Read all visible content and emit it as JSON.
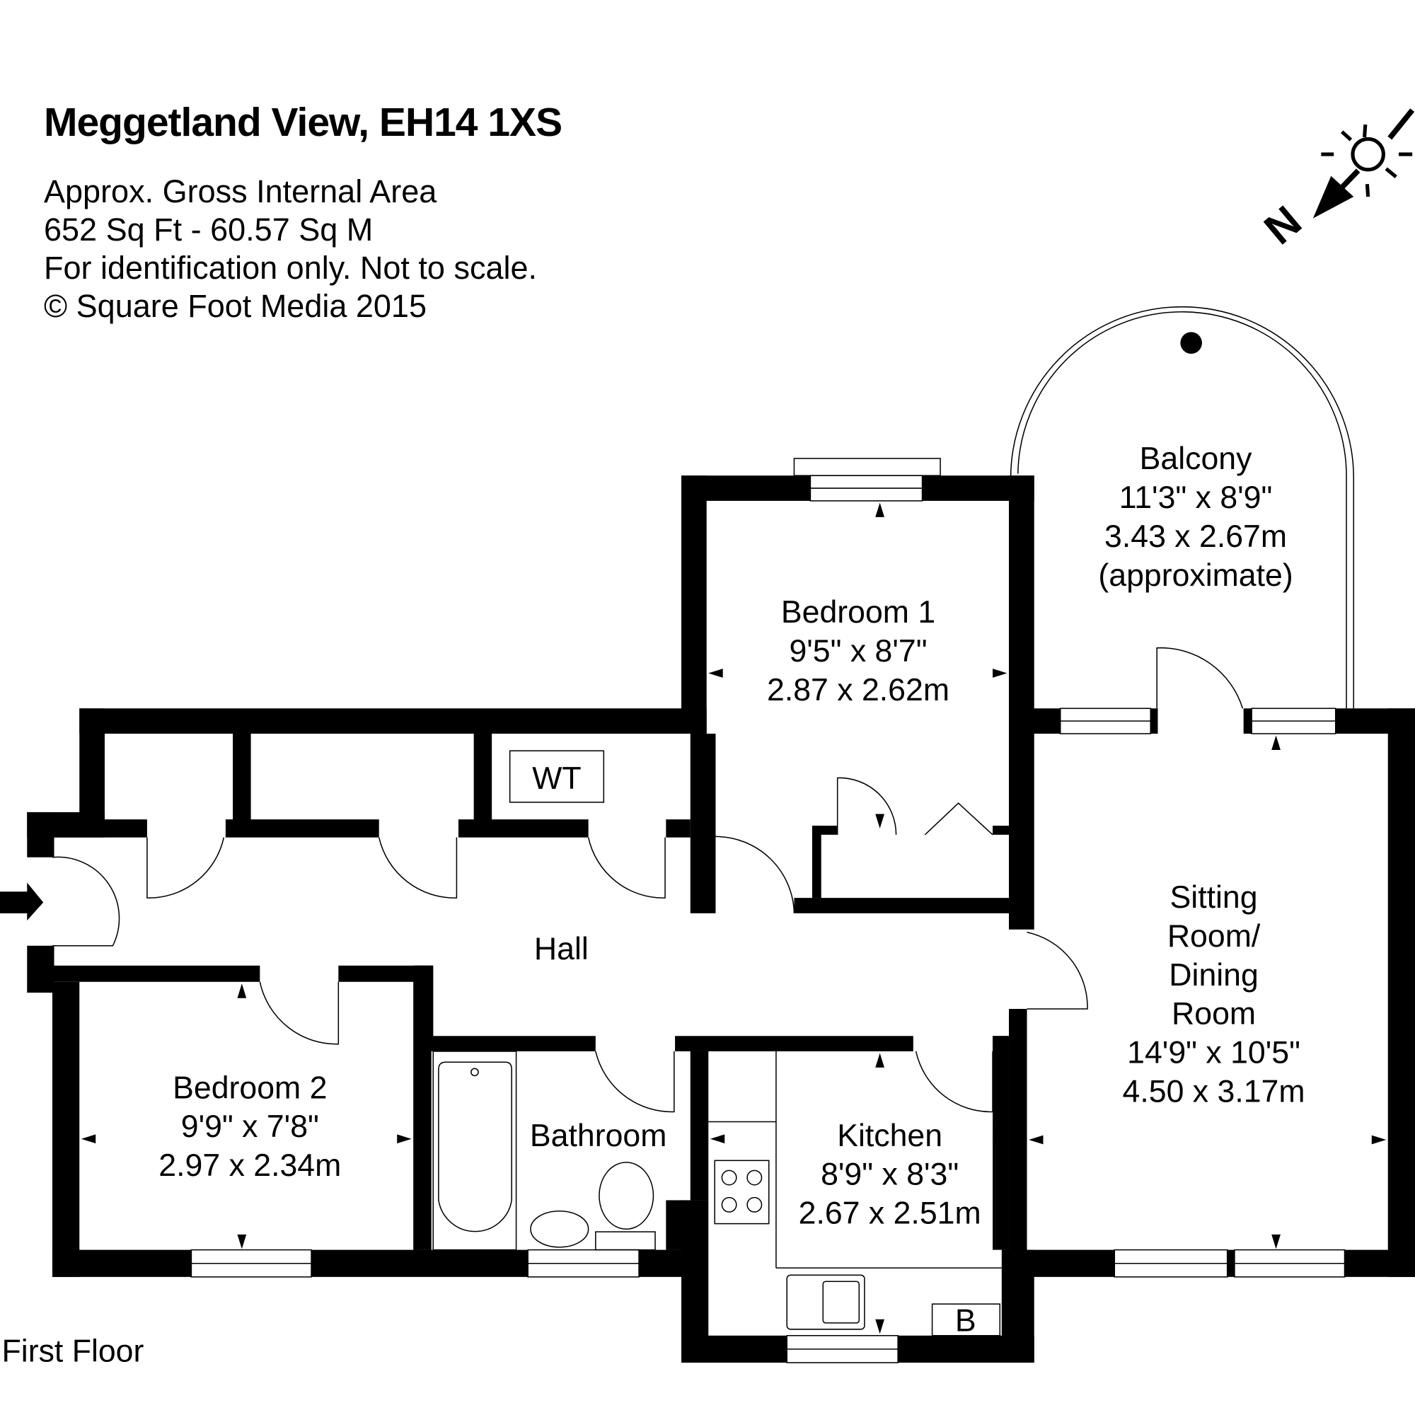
{
  "header": {
    "title": "Meggetland View, EH14 1XS",
    "lines": [
      "Approx. Gross Internal Area",
      "652 Sq Ft  -  60.57 Sq M",
      "For identification only. Not to scale.",
      "© Square Foot Media 2015"
    ]
  },
  "compass": {
    "label": "N"
  },
  "rooms": {
    "balcony": [
      "Balcony",
      "11'3\" x 8'9\"",
      "3.43 x 2.67m",
      "(approximate)"
    ],
    "bedroom1": [
      "Bedroom 1",
      "9'5\" x 8'7\"",
      "2.87 x 2.62m"
    ],
    "sitting": [
      "Sitting",
      "Room/",
      "Dining",
      "Room",
      "14'9\" x 10'5\"",
      "4.50 x 3.17m"
    ],
    "hall": [
      "Hall"
    ],
    "bedroom2": [
      "Bedroom 2",
      "9'9\" x 7'8\"",
      "2.97 x 2.34m"
    ],
    "bathroom": [
      "Bathroom"
    ],
    "kitchen": [
      "Kitchen",
      "8'9\" x 8'3\"",
      "2.67 x 2.51m"
    ]
  },
  "fixtures": {
    "water_tank": "WT",
    "boiler": "B"
  },
  "floor_label": "First Floor"
}
